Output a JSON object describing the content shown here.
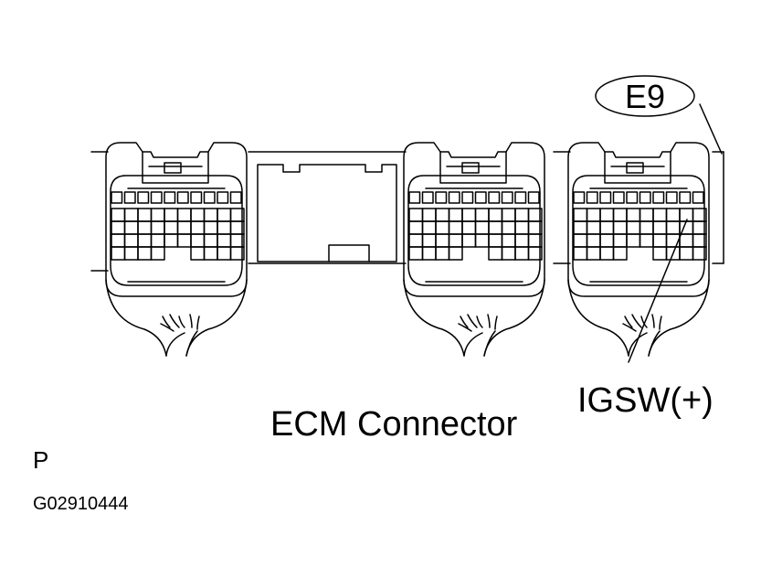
{
  "callout": {
    "connector_code": "E9"
  },
  "labels": {
    "terminal": "IGSW(+)",
    "caption": "ECM Connector",
    "corner_letter": "P",
    "figure_code": "G02910444"
  }
}
